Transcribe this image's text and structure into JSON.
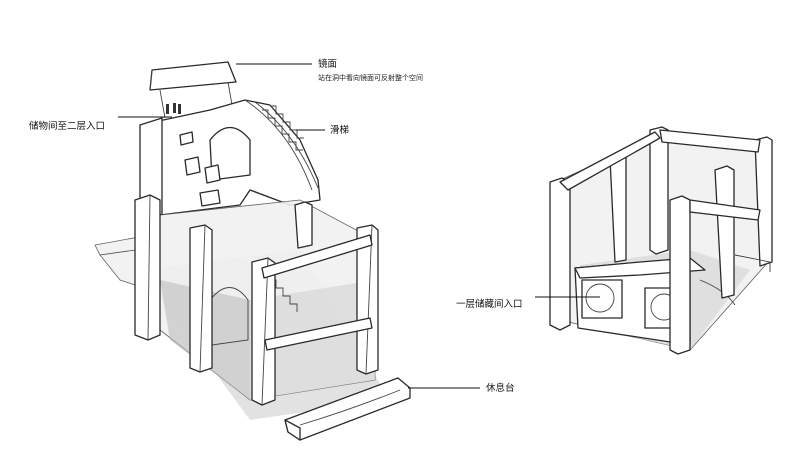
{
  "annotations": {
    "mirror": "镜面",
    "mirror_note": "站在洞中看向镜面可反射整个空间",
    "storage_to_second_floor": "储物间至二层入口",
    "slide": "滑梯",
    "first_floor_storage_entrance": "一层储藏间入口",
    "rest_platform": "休息台"
  }
}
